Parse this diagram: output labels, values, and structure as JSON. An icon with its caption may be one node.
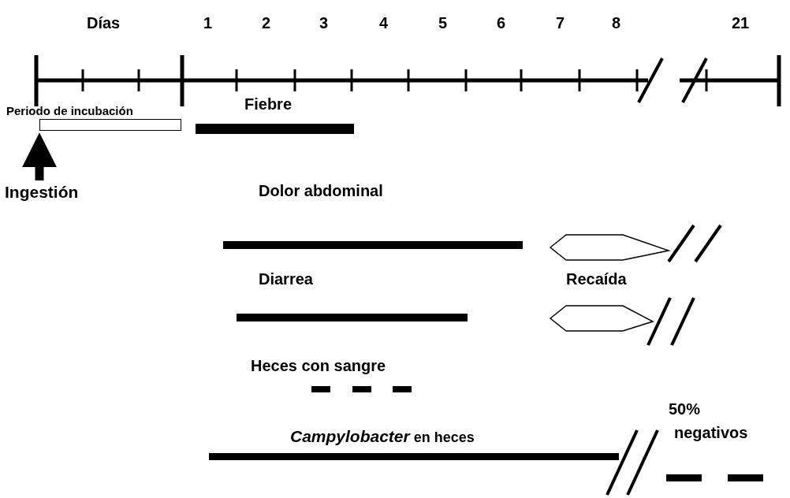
{
  "diagram": {
    "nodes": [
      {
        "text": [],
        "shape": "bar"
      },
      {
        "text": [
          "Ingestión"
        ]
      }
    ],
    "edges": [
      {
        "from": 1,
        "to": 0,
        "arrow": "to"
      }
    ],
    "labels": [
      "Días",
      "1",
      "2",
      "3",
      "4",
      "5",
      "6",
      "7",
      "8",
      "21",
      "Periodo de incubación",
      "Fiebre",
      "Dolor abdominal",
      "Diarrea",
      "Recaída",
      "Heces con sangre",
      "50%",
      "*Campylobacter* en heces",
      "negativos"
    ]
  }
}
